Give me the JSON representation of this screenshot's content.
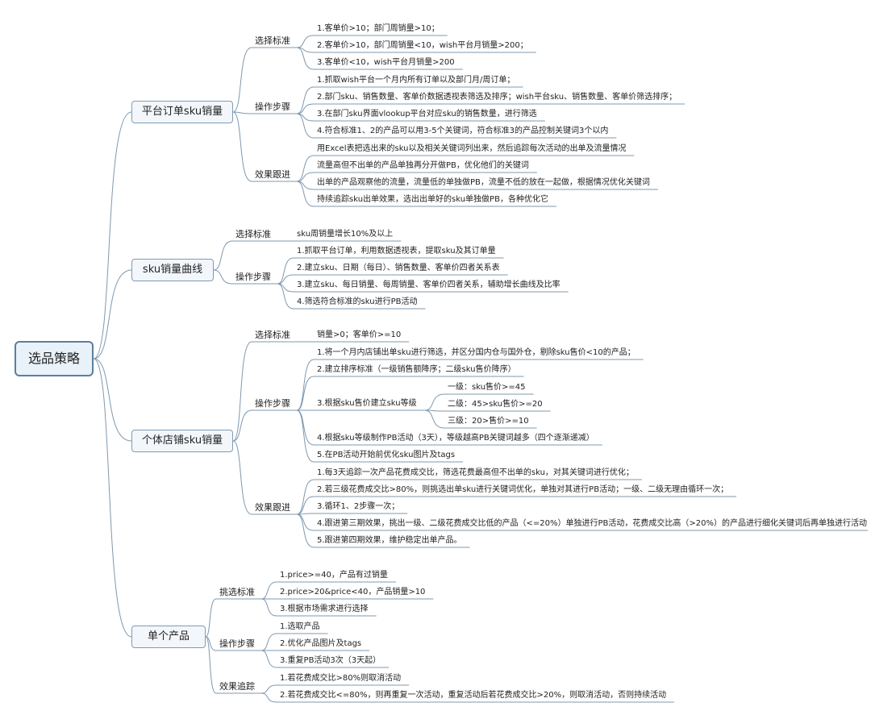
{
  "root": {
    "label": "选品策略"
  },
  "branches": [
    {
      "label": "平台订单sku销量",
      "groups": [
        {
          "label": "选择标准",
          "items": [
            "1.客单价>10；部门周销量>10；",
            "2.客单价>10，部门周销量<10，wish平台月销量>200；",
            "3.客单价<10，wish平台月销量>200"
          ]
        },
        {
          "label": "操作步骤",
          "items": [
            "1.抓取wish平台一个月内所有订单以及部门月/周订单；",
            "2.部门sku、销售数量、客单价数据透视表筛选及排序；wish平台sku、销售数量、客单价筛选排序；",
            "3.在部门sku界面vlookup平台对应sku的销售数量，进行筛选",
            "4.符合标准1、2的产品可以用3-5个关键词，符合标准3的产品控制关键词3个以内"
          ]
        },
        {
          "label": "效果跟进",
          "items": [
            "用Excel表把选出来的sku以及相关关键词列出来，然后追踪每次活动的出单及流量情况",
            "流量高但不出单的产品单独再分开做PB，优化他们的关键词",
            "出单的产品观察他的流量，流量低的单独做PB，流量不低的放在一起做，根据情况优化关键词",
            "持续追踪sku出单效果，选出出单好的sku单独做PB，各种优化它"
          ]
        }
      ]
    },
    {
      "label": "sku销量曲线",
      "groups": [
        {
          "label": "选择标准",
          "items": [
            "sku周销量增长10%及以上"
          ]
        },
        {
          "label": "操作步骤",
          "items": [
            "1.抓取平台订单，利用数据透视表，提取sku及其订单量",
            "2.建立sku、日期（每日）、销售数量、客单价四者关系表",
            "3.建立sku、每日销量、每周销量、客单价四者关系，辅助增长曲线及比率",
            "4.筛选符合标准的sku进行PB活动"
          ]
        }
      ]
    },
    {
      "label": "个体店铺sku销量",
      "groups": [
        {
          "label": "选择标准",
          "items": [
            "销量>0；客单价>=10"
          ]
        },
        {
          "label": "操作步骤",
          "items": [
            "1.将一个月内店铺出单sku进行筛选，并区分国内仓与国外仓，剔除sku售价<10的产品；",
            "2.建立排序标准（一级销售额降序；二级sku售价降序）",
            "3.根据sku售价建立sku等级",
            "4.根据sku等级制作PB活动（3天），等级越高PB关键词越多（四个逐渐递减）",
            "5.在PB活动开始前优化sku图片及tags"
          ],
          "sub": [
            "一级：sku售价>=45",
            "二级：45>sku售价>=20",
            "三级：20>售价>=10"
          ]
        },
        {
          "label": "效果跟进",
          "items": [
            "1.每3天追踪一次产品花费成交比，筛选花费最高但不出单的sku，对其关键词进行优化；",
            "2.若三级花费成交比>80%，则挑选出单sku进行关键词优化，单独对其进行PB活动；一级、二级无理由循环一次；",
            "3.循环1、2步骤一次；",
            "4.跟进第三期效果，挑出一级、二级花费成交比低的产品（<=20%）单独进行PB活动，花费成交比高（>20%）的产品进行细化关键词后再单独进行活动",
            "5.跟进第四期效果，维护稳定出单产品。"
          ]
        }
      ]
    },
    {
      "label": "单个产品",
      "groups": [
        {
          "label": "挑选标准",
          "items": [
            "1.price>=40，产品有过销量",
            "2.price>20&price<40，产品销量>10",
            "3.根据市场需求进行选择"
          ]
        },
        {
          "label": "操作步骤",
          "items": [
            "1.选取产品",
            "2.优化产品图片及tags",
            "3.重复PB活动3次（3天起）"
          ]
        },
        {
          "label": "效果追踪",
          "items": [
            "1.若花费成交比>80%则取消活动",
            "2.若花费成交比<=80%，则再重复一次活动，重复活动后若花费成交比>20%，则取消活动，否则持续活动"
          ]
        }
      ]
    }
  ],
  "colors": {
    "line": "#7f98ae",
    "root_border": "#5b7f9e",
    "branch_border": "#7f9bb3"
  }
}
